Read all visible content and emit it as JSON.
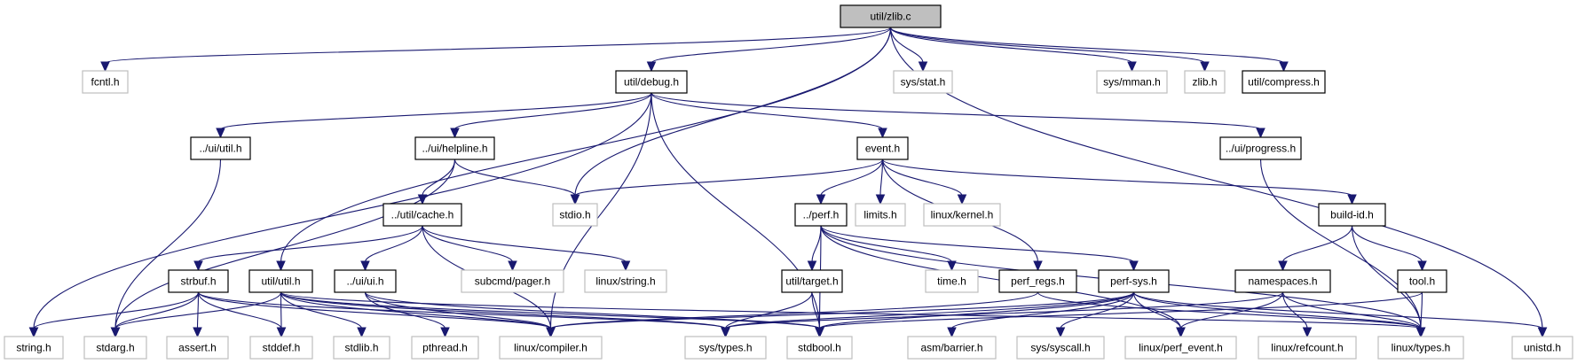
{
  "title": "util/zlib.c include dependency graph",
  "colors": {
    "edge": "#191970",
    "root_fill": "#bfbfbf",
    "documented_border": "#000000",
    "external_border": "#bfbfbf"
  },
  "nodes": [
    {
      "id": "zlib_c",
      "label": "util/zlib.c",
      "kind": "root"
    },
    {
      "id": "fcntl_h",
      "label": "fcntl.h",
      "kind": "external"
    },
    {
      "id": "util_debug_h",
      "label": "util/debug.h",
      "kind": "documented"
    },
    {
      "id": "sys_stat_h",
      "label": "sys/stat.h",
      "kind": "external"
    },
    {
      "id": "sys_mman_h",
      "label": "sys/mman.h",
      "kind": "external"
    },
    {
      "id": "zlib_h",
      "label": "zlib.h",
      "kind": "external"
    },
    {
      "id": "util_compress_h",
      "label": "util/compress.h",
      "kind": "documented"
    },
    {
      "id": "ui_util_h",
      "label": "../ui/util.h",
      "kind": "documented"
    },
    {
      "id": "ui_helpline_h",
      "label": "../ui/helpline.h",
      "kind": "documented"
    },
    {
      "id": "event_h",
      "label": "event.h",
      "kind": "documented"
    },
    {
      "id": "ui_progress_h",
      "label": "../ui/progress.h",
      "kind": "documented"
    },
    {
      "id": "util_cache_h",
      "label": "../util/cache.h",
      "kind": "documented"
    },
    {
      "id": "stdio_h",
      "label": "stdio.h",
      "kind": "external"
    },
    {
      "id": "perf_h",
      "label": "../perf.h",
      "kind": "documented"
    },
    {
      "id": "limits_h",
      "label": "limits.h",
      "kind": "external"
    },
    {
      "id": "linux_kernel_h",
      "label": "linux/kernel.h",
      "kind": "external"
    },
    {
      "id": "build_id_h",
      "label": "build-id.h",
      "kind": "documented"
    },
    {
      "id": "strbuf_h",
      "label": "strbuf.h",
      "kind": "documented"
    },
    {
      "id": "util_util_h",
      "label": "util/util.h",
      "kind": "documented"
    },
    {
      "id": "ui_ui_h",
      "label": "../ui/ui.h",
      "kind": "documented"
    },
    {
      "id": "subcmd_pager_h",
      "label": "subcmd/pager.h",
      "kind": "external"
    },
    {
      "id": "linux_string_h",
      "label": "linux/string.h",
      "kind": "external"
    },
    {
      "id": "util_target_h",
      "label": "util/target.h",
      "kind": "documented"
    },
    {
      "id": "time_h",
      "label": "time.h",
      "kind": "external"
    },
    {
      "id": "perf_regs_h",
      "label": "perf_regs.h",
      "kind": "documented"
    },
    {
      "id": "perf_sys_h",
      "label": "perf-sys.h",
      "kind": "documented"
    },
    {
      "id": "namespaces_h",
      "label": "namespaces.h",
      "kind": "documented"
    },
    {
      "id": "tool_h",
      "label": "tool.h",
      "kind": "documented"
    },
    {
      "id": "string_h",
      "label": "string.h",
      "kind": "external"
    },
    {
      "id": "stdarg_h",
      "label": "stdarg.h",
      "kind": "external"
    },
    {
      "id": "assert_h",
      "label": "assert.h",
      "kind": "external"
    },
    {
      "id": "stddef_h",
      "label": "stddef.h",
      "kind": "external"
    },
    {
      "id": "stdlib_h",
      "label": "stdlib.h",
      "kind": "external"
    },
    {
      "id": "pthread_h",
      "label": "pthread.h",
      "kind": "external"
    },
    {
      "id": "linux_compiler_h",
      "label": "linux/compiler.h",
      "kind": "external"
    },
    {
      "id": "sys_types_h",
      "label": "sys/types.h",
      "kind": "external"
    },
    {
      "id": "stdbool_h",
      "label": "stdbool.h",
      "kind": "external"
    },
    {
      "id": "asm_barrier_h",
      "label": "asm/barrier.h",
      "kind": "external"
    },
    {
      "id": "sys_syscall_h",
      "label": "sys/syscall.h",
      "kind": "external"
    },
    {
      "id": "linux_perf_event_h",
      "label": "linux/perf_event.h",
      "kind": "external"
    },
    {
      "id": "linux_refcount_h",
      "label": "linux/refcount.h",
      "kind": "external"
    },
    {
      "id": "linux_types_h",
      "label": "linux/types.h",
      "kind": "external"
    },
    {
      "id": "unistd_h",
      "label": "unistd.h",
      "kind": "external"
    }
  ],
  "edges": [
    [
      "zlib_c",
      "fcntl_h"
    ],
    [
      "zlib_c",
      "util_debug_h"
    ],
    [
      "zlib_c",
      "sys_stat_h"
    ],
    [
      "zlib_c",
      "sys_mman_h"
    ],
    [
      "zlib_c",
      "zlib_h"
    ],
    [
      "zlib_c",
      "util_compress_h"
    ],
    [
      "zlib_c",
      "stdio_h"
    ],
    [
      "zlib_c",
      "util_util_h"
    ],
    [
      "zlib_c",
      "unistd_h"
    ],
    [
      "util_debug_h",
      "ui_util_h"
    ],
    [
      "util_debug_h",
      "ui_helpline_h"
    ],
    [
      "util_debug_h",
      "event_h"
    ],
    [
      "util_debug_h",
      "ui_progress_h"
    ],
    [
      "util_debug_h",
      "string_h"
    ],
    [
      "util_debug_h",
      "linux_compiler_h"
    ],
    [
      "util_debug_h",
      "stdbool_h"
    ],
    [
      "ui_util_h",
      "stdarg_h"
    ],
    [
      "ui_helpline_h",
      "util_cache_h"
    ],
    [
      "ui_helpline_h",
      "stdio_h"
    ],
    [
      "ui_helpline_h",
      "stdarg_h"
    ],
    [
      "util_cache_h",
      "strbuf_h"
    ],
    [
      "util_cache_h",
      "ui_ui_h"
    ],
    [
      "util_cache_h",
      "subcmd_pager_h"
    ],
    [
      "util_cache_h",
      "linux_string_h"
    ],
    [
      "util_cache_h",
      "linux_compiler_h"
    ],
    [
      "event_h",
      "stdio_h"
    ],
    [
      "event_h",
      "perf_h"
    ],
    [
      "event_h",
      "limits_h"
    ],
    [
      "event_h",
      "linux_kernel_h"
    ],
    [
      "event_h",
      "build_id_h"
    ],
    [
      "event_h",
      "perf_regs_h"
    ],
    [
      "ui_progress_h",
      "linux_types_h"
    ],
    [
      "perf_h",
      "util_target_h"
    ],
    [
      "perf_h",
      "time_h"
    ],
    [
      "perf_h",
      "perf_sys_h"
    ],
    [
      "perf_h",
      "stdbool_h"
    ],
    [
      "perf_h",
      "linux_perf_event_h"
    ],
    [
      "perf_h",
      "linux_types_h"
    ],
    [
      "build_id_h",
      "namespaces_h"
    ],
    [
      "build_id_h",
      "tool_h"
    ],
    [
      "build_id_h",
      "linux_types_h"
    ],
    [
      "strbuf_h",
      "string_h"
    ],
    [
      "strbuf_h",
      "stdarg_h"
    ],
    [
      "strbuf_h",
      "assert_h"
    ],
    [
      "strbuf_h",
      "stddef_h"
    ],
    [
      "strbuf_h",
      "linux_compiler_h"
    ],
    [
      "strbuf_h",
      "sys_types_h"
    ],
    [
      "util_util_h",
      "stdarg_h"
    ],
    [
      "util_util_h",
      "stddef_h"
    ],
    [
      "util_util_h",
      "stdlib_h"
    ],
    [
      "util_util_h",
      "linux_compiler_h"
    ],
    [
      "util_util_h",
      "sys_types_h"
    ],
    [
      "util_util_h",
      "stdbool_h"
    ],
    [
      "util_util_h",
      "linux_types_h"
    ],
    [
      "ui_ui_h",
      "pthread_h"
    ],
    [
      "ui_ui_h",
      "linux_compiler_h"
    ],
    [
      "ui_ui_h",
      "stdbool_h"
    ],
    [
      "util_target_h",
      "stdbool_h"
    ],
    [
      "util_target_h",
      "sys_types_h"
    ],
    [
      "perf_regs_h",
      "linux_compiler_h"
    ],
    [
      "perf_regs_h",
      "linux_types_h"
    ],
    [
      "perf_sys_h",
      "asm_barrier_h"
    ],
    [
      "perf_sys_h",
      "sys_syscall_h"
    ],
    [
      "perf_sys_h",
      "linux_perf_event_h"
    ],
    [
      "perf_sys_h",
      "linux_types_h"
    ],
    [
      "perf_sys_h",
      "sys_types_h"
    ],
    [
      "perf_sys_h",
      "linux_compiler_h"
    ],
    [
      "perf_sys_h",
      "stdbool_h"
    ],
    [
      "perf_sys_h",
      "unistd_h"
    ],
    [
      "namespaces_h",
      "linux_perf_event_h"
    ],
    [
      "namespaces_h",
      "linux_refcount_h"
    ],
    [
      "namespaces_h",
      "linux_types_h"
    ],
    [
      "namespaces_h",
      "sys_types_h"
    ],
    [
      "tool_h",
      "linux_types_h"
    ],
    [
      "tool_h",
      "stdbool_h"
    ]
  ]
}
